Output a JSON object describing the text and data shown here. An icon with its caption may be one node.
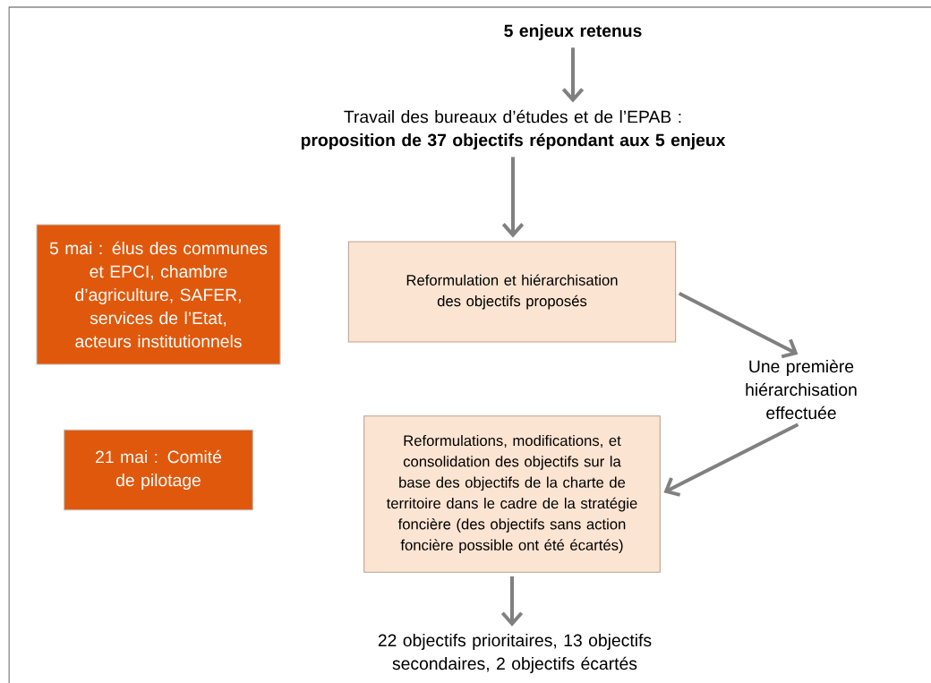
{
  "diagram": {
    "nodes": [
      {
        "text": [
          "5 enjeux retenus"
        ]
      },
      {
        "text": [
          "Travail des bureaux d’études et de l’EPAB :",
          "proposition de 37 objectifs répondant aux 5 enjeux"
        ]
      },
      {
        "text": [
          "Reformulation et hiérarchisation des objectifs proposés"
        ]
      },
      {
        "text": [
          "Une première hiérarchisation effectuée"
        ]
      },
      {
        "text": [
          "Reformulations, modifications, et consolidation des objectifs sur la base des objectifs de la charte de territoire dans le cadre de la stratégie foncière (des objectifs sans action foncière possible ont été écartés)"
        ]
      },
      {
        "text": [
          "22 objectifs prioritaires, 13 objectifs secondaires, 2 objectifs écartés"
        ]
      },
      {
        "text": [
          "5 mai : élus des communes et EPCI, chambre d’agriculture, SAFER, services de l’Etat, acteurs institutionnels"
        ]
      },
      {
        "text": [
          "21 mai : Comité de pilotage"
        ]
      }
    ],
    "edges": [
      {
        "from": 0,
        "to": 1,
        "arrow": "to"
      },
      {
        "from": 1,
        "to": 2,
        "arrow": "to"
      },
      {
        "from": 2,
        "to": 3,
        "arrow": "to"
      },
      {
        "from": 3,
        "to": 4,
        "arrow": "to"
      },
      {
        "from": 4,
        "to": 5,
        "arrow": "to"
      }
    ]
  }
}
